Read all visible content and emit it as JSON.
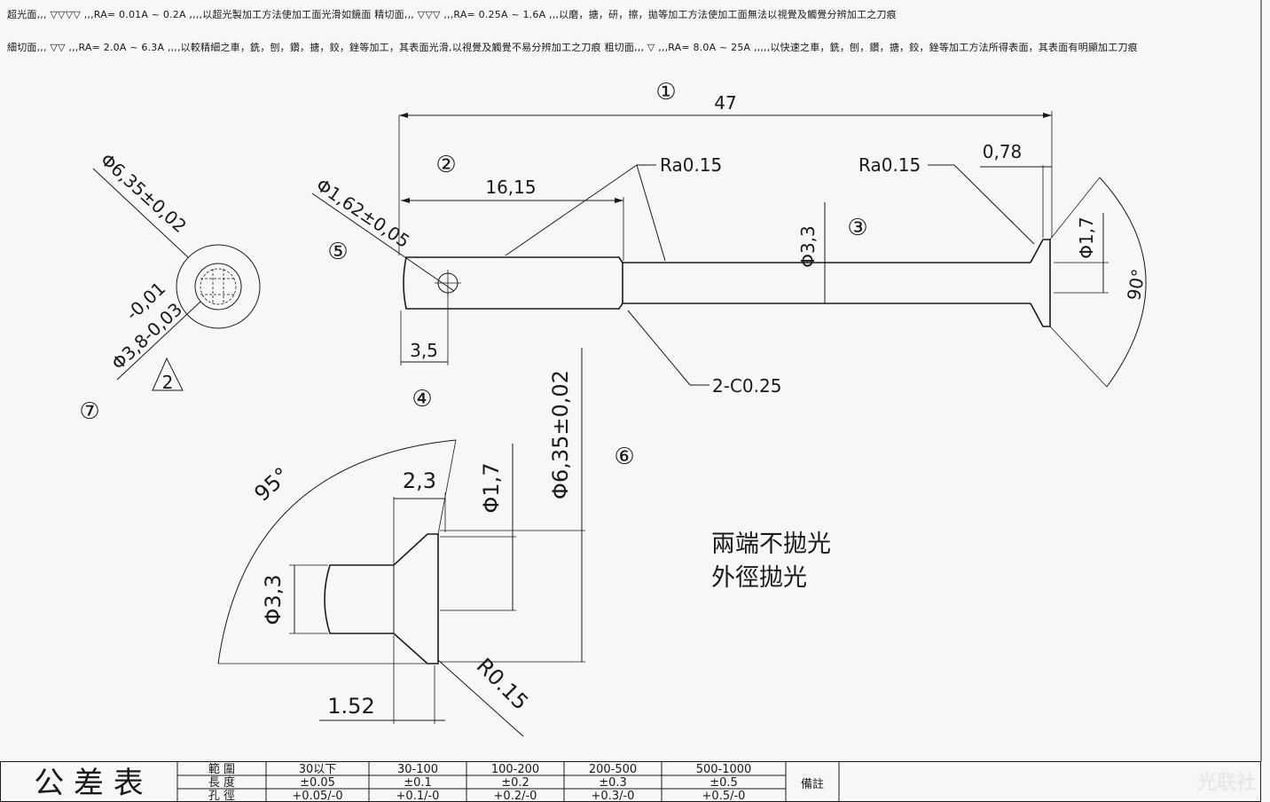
{
  "legend": {
    "line1": "超光面,,, ▽▽▽▽ ,,,RA= 0.01A ~ 0.2A ,,,,以超光製加工方法使加工面光滑如鏡面         精切面,,, ▽▽▽ ,,,RA= 0.25A ~ 1.6A ,,,以磨，搪，研，擦，拋等加工方法使加工面無法以視覺及觸覺分辨加工之刀痕",
    "line2": "細切面,,, ▽▽    ,,,RA= 2.0A ~ 6.3A ,,,,以較精細之車，銑，刨，鑽，搪，鉸，銼等加工，其表面光滑,以視覺及觸覺不易分辨加工之刀痕     粗切面,,, ▽    ,,,RA= 8.0A ~ 25A ,,,,,以快速之車，銑，刨，鑽，搪，鉸，銼等加工方法所得表面，其表面有明顯加工刀痕"
  },
  "callouts": [
    "①",
    "②",
    "③",
    "④",
    "⑤",
    "⑥",
    "⑦"
  ],
  "dimensions": {
    "total_length": "47",
    "length_16": "16,15",
    "hole_dia": "Φ1,62±0,05",
    "hole_pos": "3,5",
    "ra_left": "Ra0.15",
    "ra_right": "Ra0.15",
    "shank_dia": "Φ3,3",
    "head_height": "0,78",
    "tip_dia": "Φ1,7",
    "angle_90": "90°",
    "chamfer": "2-C0.25",
    "end_outer_dia": "Φ6,35±0,02",
    "end_tol_upper": "-0,01",
    "end_inner_dia": "Φ3,8-0,03",
    "detail_angle": "95°",
    "detail_width": "2,3",
    "detail_tip_dia": "Φ1,7",
    "detail_head_dia": "Φ6,35±0,02",
    "detail_shank_dia": "Φ3,3",
    "detail_length": "1.52",
    "detail_radius": "R0.15",
    "triangle_label": "2"
  },
  "notes": {
    "line1": "兩端不拋光",
    "line2": "外徑拋光"
  },
  "tolerance_table": {
    "title": "公 差 表",
    "row_labels": [
      "範  圍",
      "長  度",
      "孔  徑"
    ],
    "columns": [
      {
        "range": "30以下",
        "length": "±0.05",
        "hole": "+0.05/-0"
      },
      {
        "range": "30-100",
        "length": "±0.1",
        "hole": "+0.1/-0"
      },
      {
        "range": "100-200",
        "length": "±0.2",
        "hole": "+0.2/-0"
      },
      {
        "range": "200-500",
        "length": "±0.3",
        "hole": "+0.3/-0"
      },
      {
        "range": "500-1000",
        "length": "±0.5",
        "hole": "+0.5/-0"
      }
    ],
    "remarks_label": "備註"
  },
  "watermark": "光联社"
}
